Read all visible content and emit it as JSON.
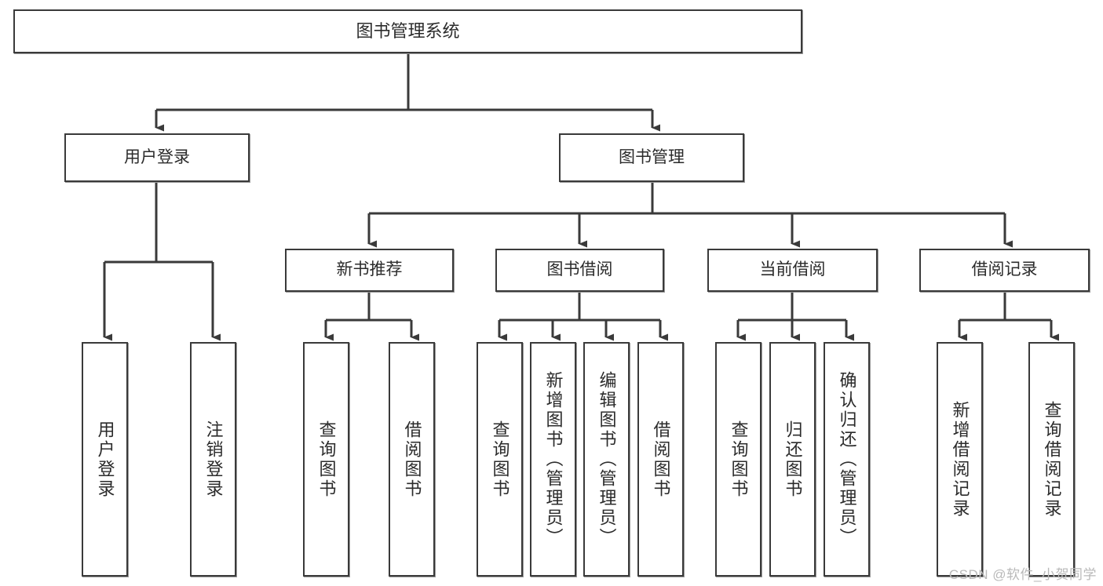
{
  "diagram": {
    "title": "图书管理系统",
    "watermark": "CSDN @软件_小贺同学",
    "stroke_color": "#3a3a3a",
    "box_fill": "#ffffff",
    "text_color": "#2b2b2b",
    "watermark_color": "#b9b9b9",
    "nodes": {
      "root": {
        "label": "图书管理系统"
      },
      "level2": [
        {
          "id": "user-login",
          "label": "用户登录"
        },
        {
          "id": "book-manage",
          "label": "图书管理"
        }
      ],
      "level3": [
        {
          "id": "new-book-recommend",
          "label": "新书推荐"
        },
        {
          "id": "book-borrow",
          "label": "图书借阅"
        },
        {
          "id": "current-borrow",
          "label": "当前借阅"
        },
        {
          "id": "borrow-record",
          "label": "借阅记录"
        }
      ],
      "leaves": {
        "user_login": [
          {
            "id": "leaf-user-login",
            "label": "用户登录"
          },
          {
            "id": "leaf-logout",
            "label": "注销登录"
          }
        ],
        "new_book_recommend": [
          {
            "id": "leaf-query-book-1",
            "label": "查询图书"
          },
          {
            "id": "leaf-borrow-book-1",
            "label": "借阅图书"
          }
        ],
        "book_borrow": [
          {
            "id": "leaf-query-book-2",
            "label": "查询图书"
          },
          {
            "id": "leaf-add-book",
            "label": "新增图书（管理员）"
          },
          {
            "id": "leaf-edit-book",
            "label": "编辑图书（管理员）"
          },
          {
            "id": "leaf-borrow-book-2",
            "label": "借阅图书"
          }
        ],
        "current_borrow": [
          {
            "id": "leaf-query-book-3",
            "label": "查询图书"
          },
          {
            "id": "leaf-return-book",
            "label": "归还图书"
          },
          {
            "id": "leaf-confirm-return",
            "label": "确认归还（管理员）"
          }
        ],
        "borrow_record": [
          {
            "id": "leaf-add-record",
            "label": "新增借阅记录"
          },
          {
            "id": "leaf-query-record",
            "label": "查询借阅记录"
          }
        ]
      }
    }
  }
}
